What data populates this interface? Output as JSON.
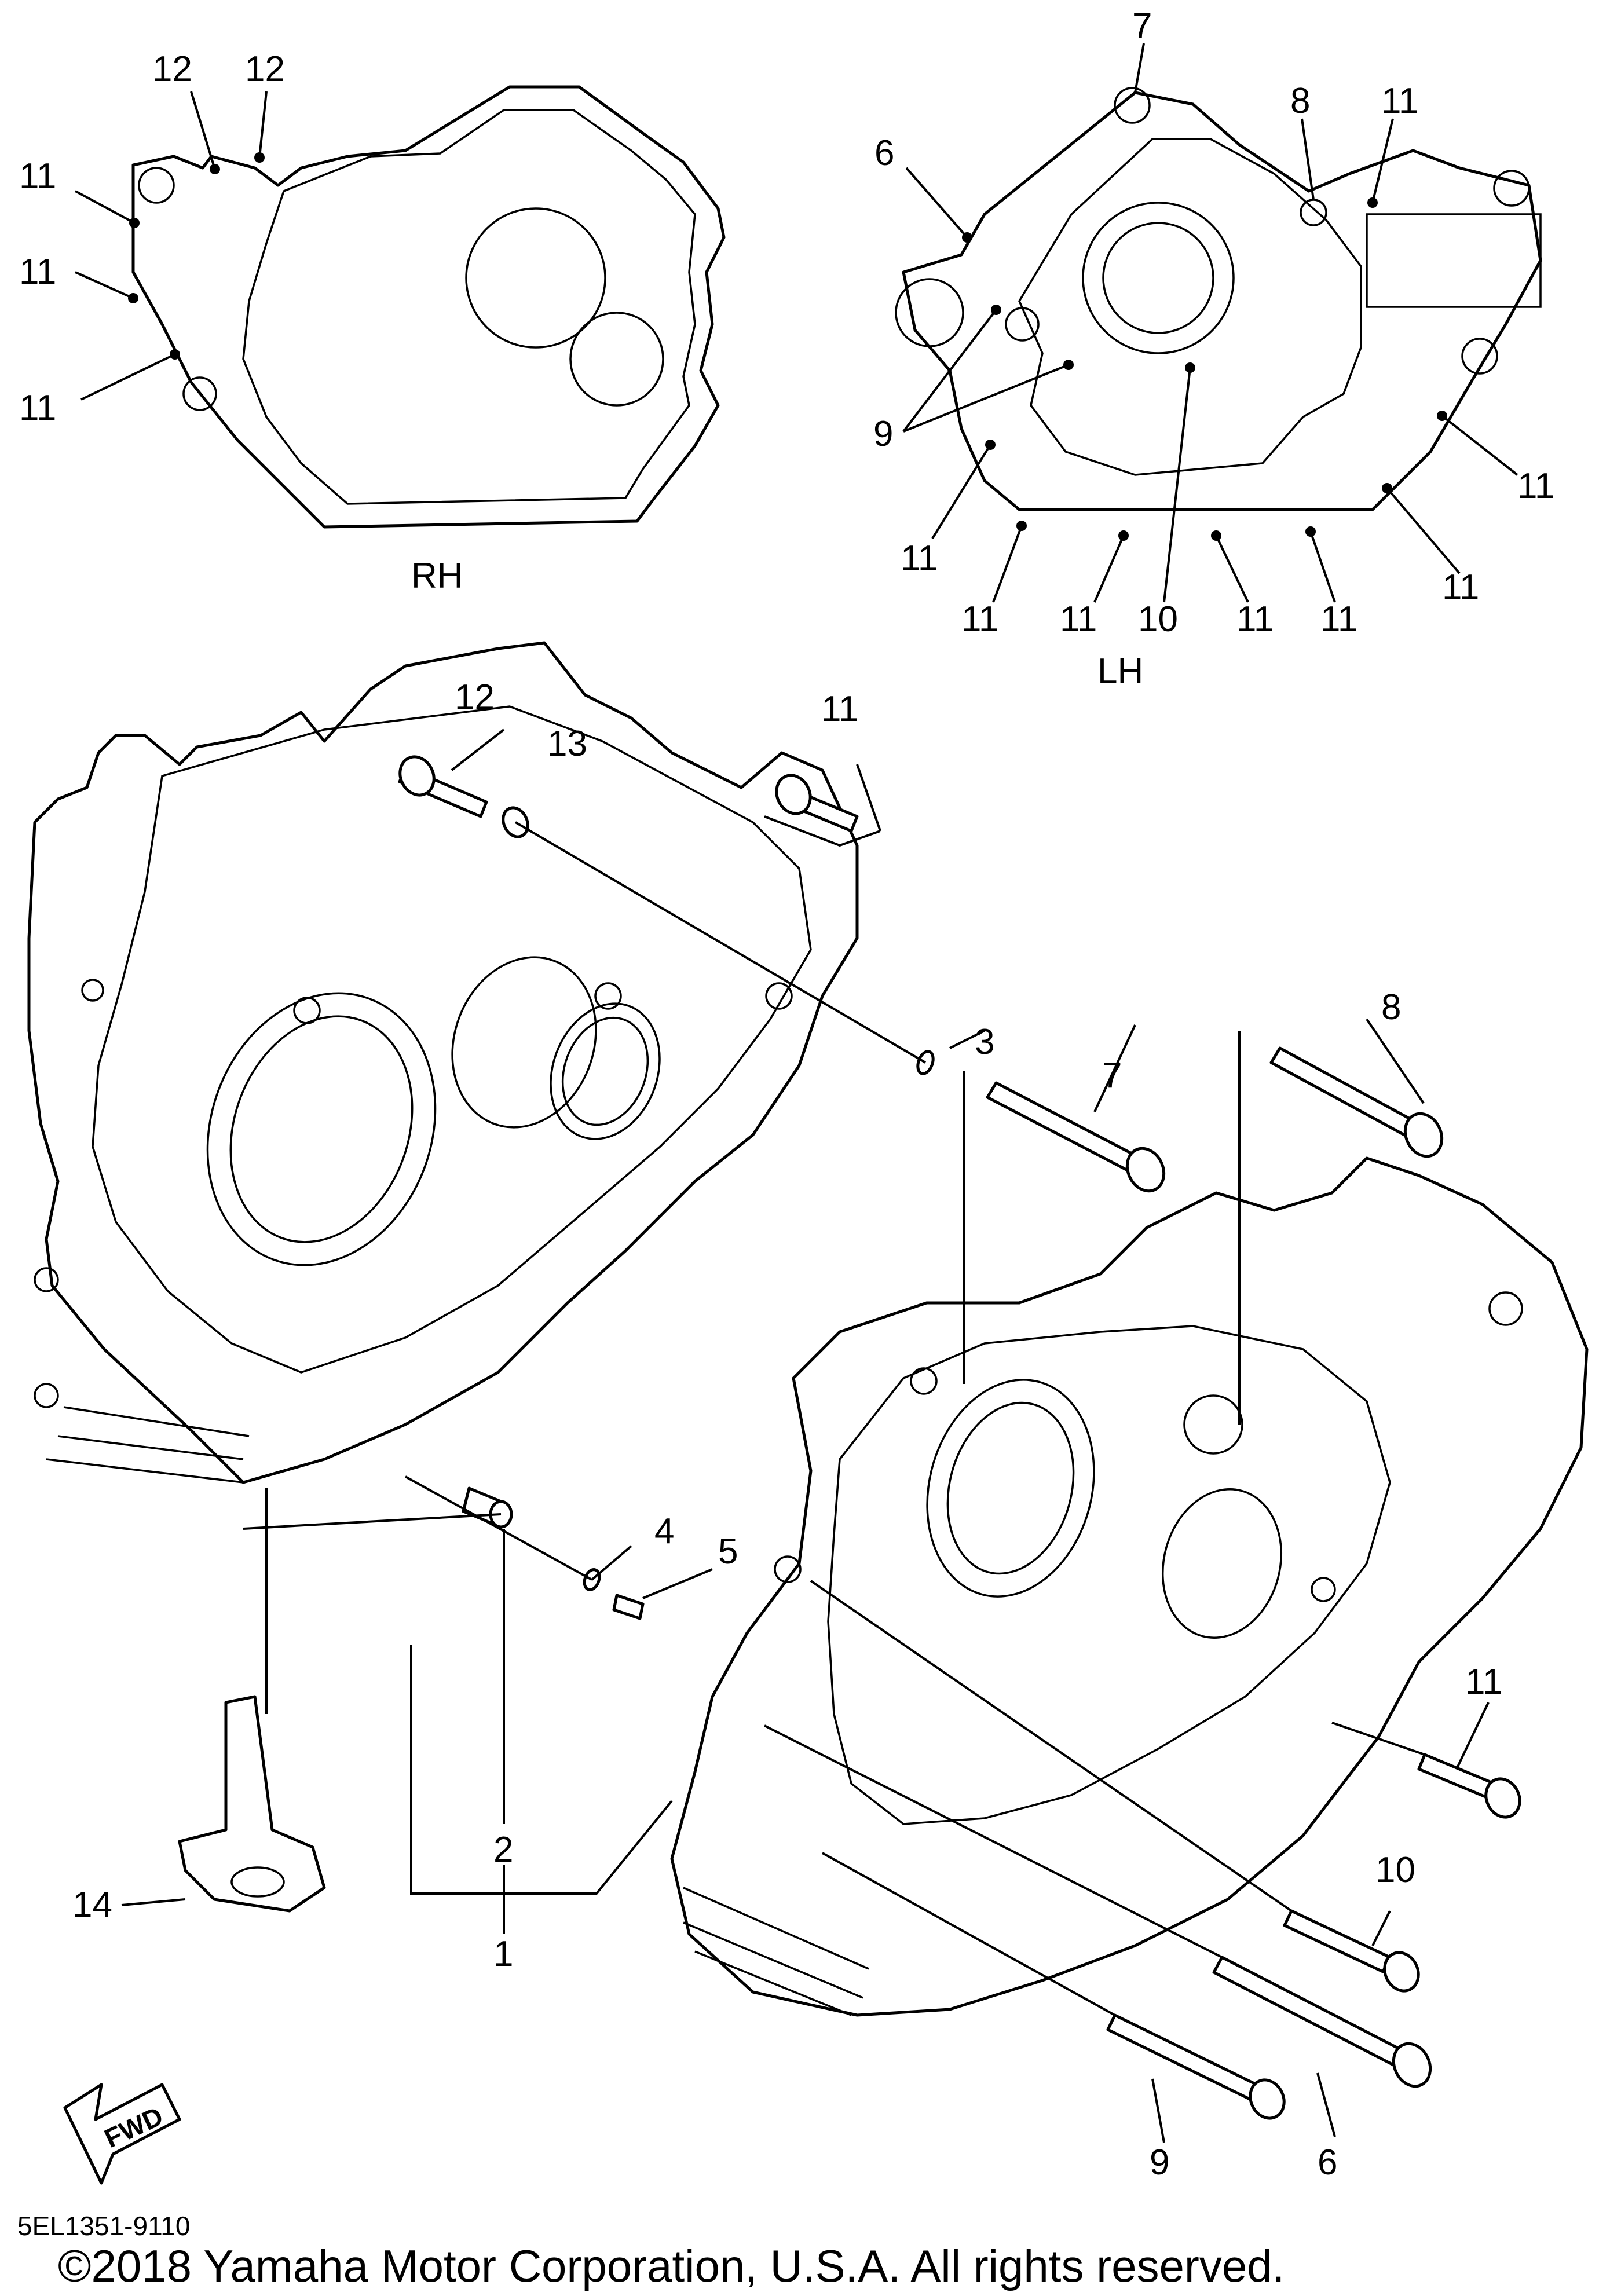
{
  "diagram": {
    "side_labels": {
      "rh": "RH",
      "lh": "LH"
    },
    "callouts": {
      "rh_12a": "12",
      "rh_12b": "12",
      "rh_11a": "11",
      "rh_11b": "11",
      "rh_11c": "11",
      "lh_7": "7",
      "lh_8": "8",
      "lh_11top": "11",
      "lh_6": "6",
      "lh_9": "9",
      "lh_11r1": "11",
      "lh_11r2": "11",
      "lh_11l": "11",
      "lh_11b1": "11",
      "lh_11b2": "11",
      "lh_10": "10",
      "lh_11b3": "11",
      "lh_11b4": "11",
      "c_12": "12",
      "c_13": "13",
      "c_11top": "11",
      "c_8": "8",
      "c_3": "3",
      "c_7": "7",
      "c_4": "4",
      "c_5": "5",
      "c_2": "2",
      "c_1": "1",
      "c_14": "14",
      "c_11r": "11",
      "c_10": "10",
      "c_9": "9",
      "c_6": "6"
    },
    "fwd_label": "FWD",
    "diagram_code": "5EL1351-9110",
    "copyright": "©2018 Yamaha Motor Corporation, U.S.A. All rights reserved."
  }
}
